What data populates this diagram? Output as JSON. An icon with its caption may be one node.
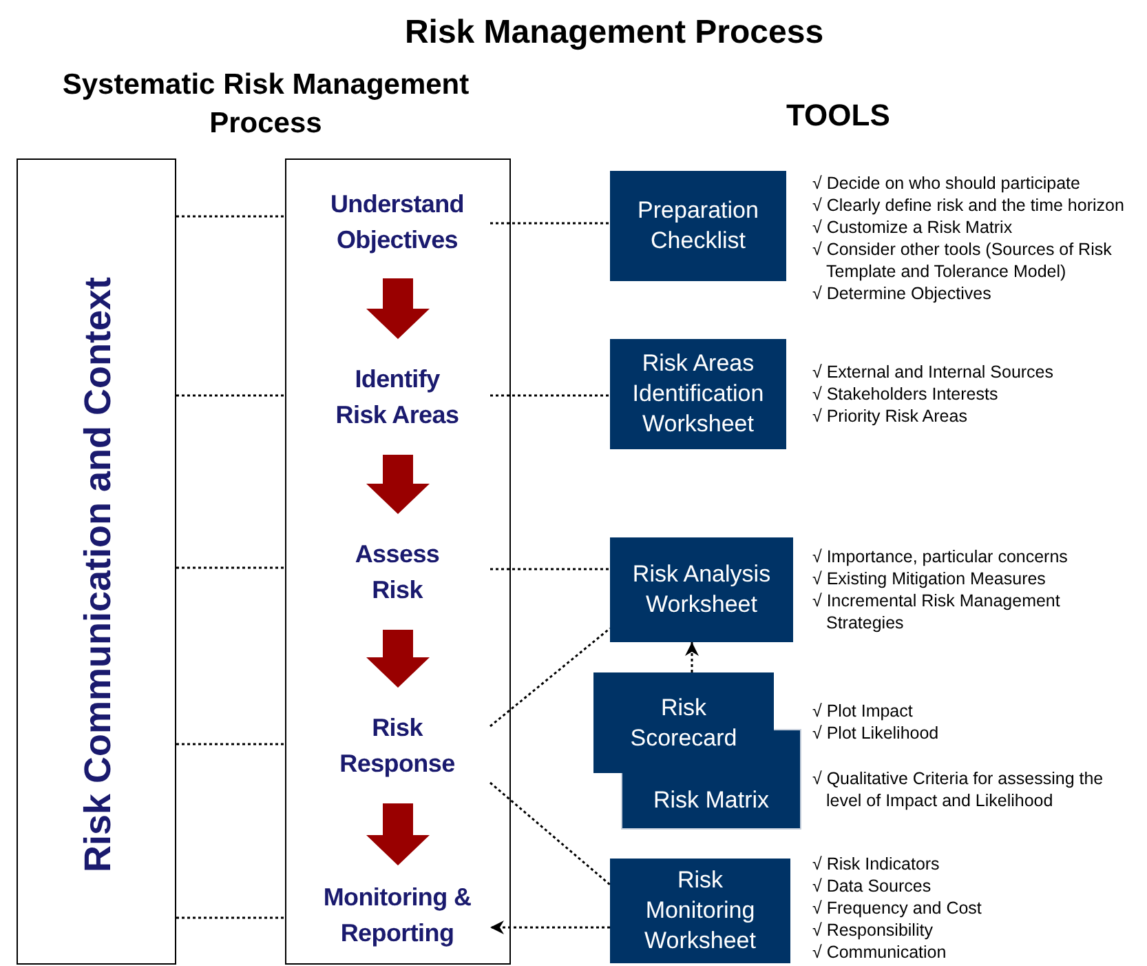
{
  "diagram": {
    "title": "Risk Management Process",
    "nodes": [
      {
        "text": [
          "Risk Communication and Context"
        ]
      },
      {
        "text": [
          "Systematic Risk Management Process"
        ]
      },
      {
        "text": [
          "Understand Objectives"
        ],
        "in": 1
      },
      {
        "text": [
          "Identify Risk Areas"
        ],
        "in": 1
      },
      {
        "text": [
          "Assess Risk"
        ],
        "in": 1
      },
      {
        "text": [
          "Risk Response"
        ],
        "in": 1
      },
      {
        "text": [
          "Monitoring & Reporting"
        ],
        "in": 1
      },
      {
        "text": [
          "Preparation Checklist"
        ],
        "beside": [
          "√ Decide on who should participate",
          "√ Clearly define risk and the time horizon",
          "√ Customize a Risk Matrix",
          "√ Consider other tools (Sources of Risk Template and Tolerance Model)",
          "√ Determine Objectives"
        ]
      },
      {
        "text": [
          "Risk Areas Identification Worksheet"
        ],
        "beside": [
          "√ External and Internal Sources",
          "√ Stakeholders Interests",
          "√ Priority Risk Areas"
        ]
      },
      {
        "text": [
          "Risk Analysis Worksheet"
        ],
        "beside": [
          "√ Importance, particular concerns",
          "√ Existing Mitigation Measures",
          "√ Incremental Risk Management Strategies"
        ]
      },
      {
        "text": [
          "Risk Scorecard"
        ],
        "beside": [
          "√ Plot Impact",
          "√ Plot Likelihood"
        ]
      },
      {
        "text": [
          "Risk Matrix"
        ],
        "beside": [
          "√ Qualitative Criteria for assessing the level of Impact and Likelihood"
        ]
      },
      {
        "text": [
          "Risk Monitoring Worksheet"
        ],
        "beside": [
          "√ Risk Indicators",
          "√ Data Sources",
          "√ Frequency and Cost",
          "√ Responsibility",
          "√ Communication"
        ]
      }
    ],
    "edges": [
      {
        "from": 2,
        "to": 3,
        "arrow": "to",
        "style": "thick",
        "color": "#990000"
      },
      {
        "from": 3,
        "to": 4,
        "arrow": "to",
        "style": "thick",
        "color": "#990000"
      },
      {
        "from": 4,
        "to": 5,
        "arrow": "to",
        "style": "thick",
        "color": "#990000"
      },
      {
        "from": 5,
        "to": 6,
        "arrow": "to",
        "style": "thick",
        "color": "#990000"
      },
      {
        "from": 0,
        "to": 1,
        "arrow": "none",
        "style": "dashed"
      },
      {
        "from": 0,
        "to": 1,
        "arrow": "none",
        "style": "dashed"
      },
      {
        "from": 0,
        "to": 1,
        "arrow": "none",
        "style": "dashed"
      },
      {
        "from": 0,
        "to": 1,
        "arrow": "none",
        "style": "dashed"
      },
      {
        "from": 0,
        "to": 1,
        "arrow": "none",
        "style": "dashed"
      },
      {
        "from": 2,
        "to": 7,
        "arrow": "none",
        "style": "dashed"
      },
      {
        "from": 3,
        "to": 8,
        "arrow": "none",
        "style": "dashed"
      },
      {
        "from": 4,
        "to": 9,
        "arrow": "none",
        "style": "dashed"
      },
      {
        "from": 5,
        "to": 9,
        "arrow": "none",
        "style": "dashed"
      },
      {
        "from": 10,
        "to": 9,
        "arrow": "to",
        "style": "dashed"
      },
      {
        "from": 5,
        "to": 12,
        "arrow": "none",
        "style": "dashed"
      },
      {
        "from": 12,
        "to": 6,
        "arrow": "to",
        "style": "dashed"
      }
    ],
    "labels": [
      "TOOLS"
    ]
  }
}
